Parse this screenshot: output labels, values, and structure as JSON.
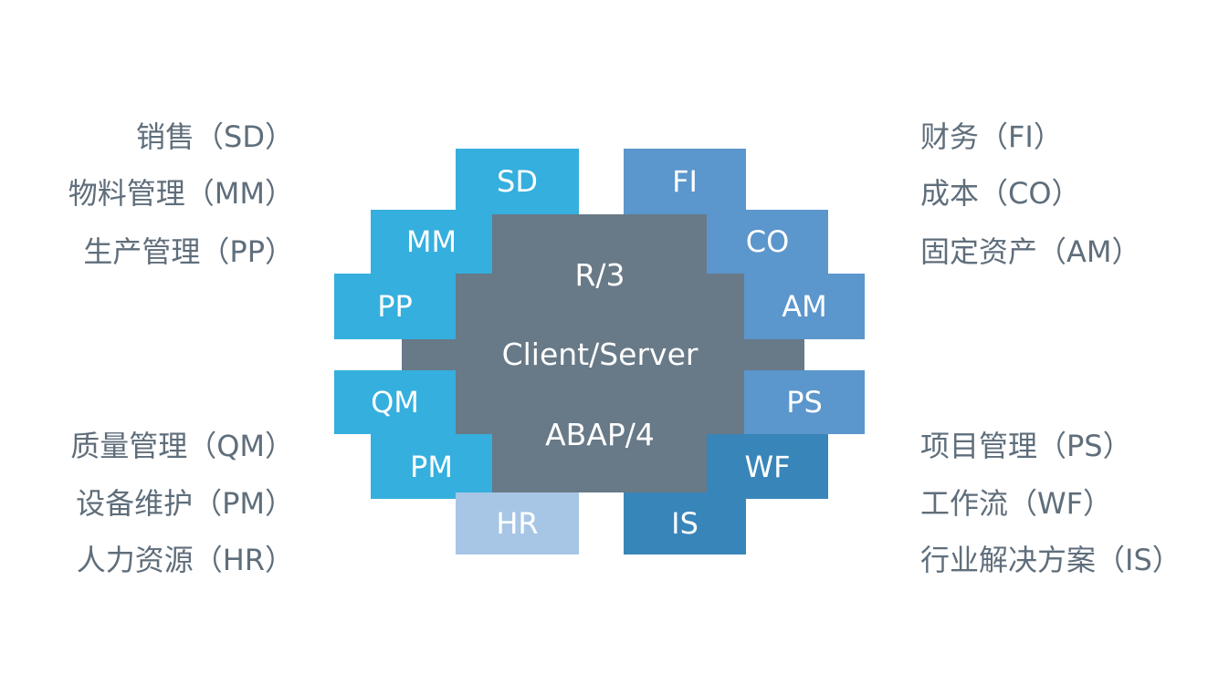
{
  "colors": {
    "core": "#687987",
    "sales_logistics": "#35afdd",
    "finance": "#5b96cc",
    "workflow": "#3885ba",
    "hr": "#a7c6e6",
    "legend_text": "#5f6e7b"
  },
  "core": {
    "line1": "R/3",
    "line2": "Client/Server",
    "line3": "ABAP/4"
  },
  "modules": {
    "sd": "SD",
    "mm": "MM",
    "pp": "PP",
    "qm": "QM",
    "pm": "PM",
    "hr": "HR",
    "fi": "FI",
    "co": "CO",
    "am": "AM",
    "ps": "PS",
    "wf": "WF",
    "is": "IS"
  },
  "legend_left": [
    "销售（SD）",
    "物料管理（MM）",
    "生产管理（PP）",
    "质量管理（QM）",
    "设备维护（PM）",
    "人力资源（HR）"
  ],
  "legend_right": [
    "财务（FI）",
    "成本（CO）",
    "固定资产（AM）",
    "项目管理（PS）",
    "工作流（WF）",
    "行业解决方案（IS）"
  ]
}
